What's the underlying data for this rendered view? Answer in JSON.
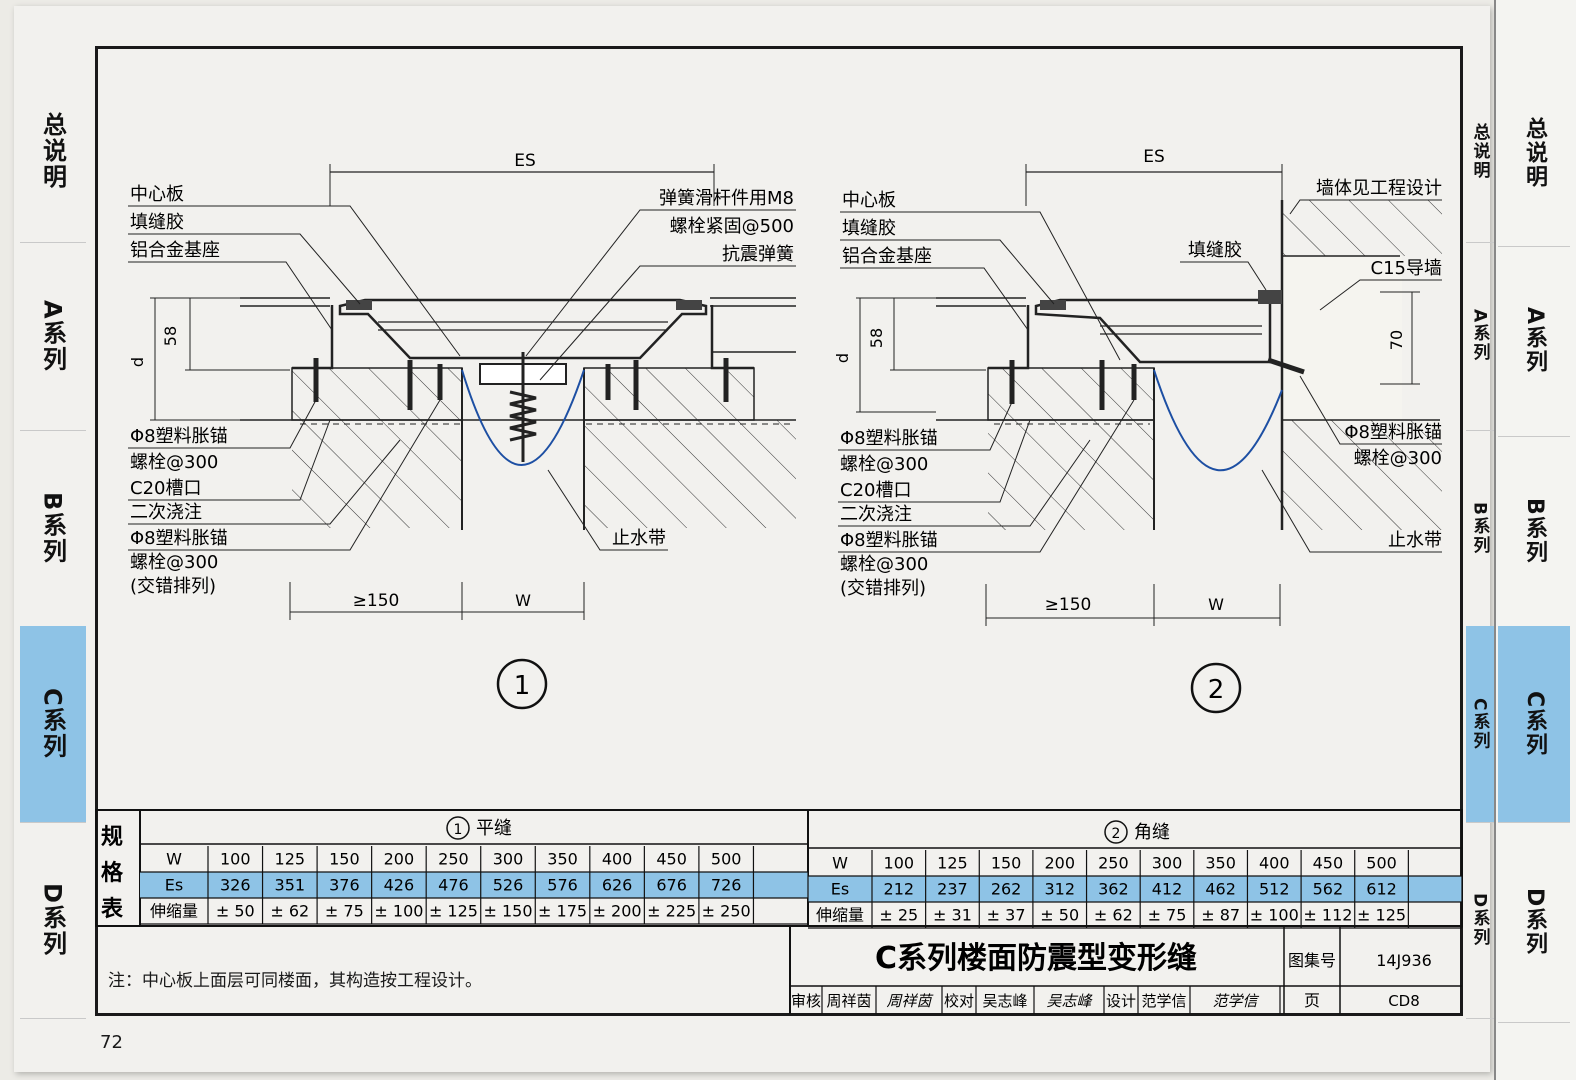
{
  "tabs": {
    "left": [
      "总说明",
      "A系列",
      "B系列",
      "C系列",
      "D系列"
    ],
    "right_small": [
      "总说明",
      "A系列",
      "B系列",
      "C系列",
      "D系列"
    ],
    "right_large": [
      "总说明",
      "A系列",
      "B系列",
      "C系列",
      "D系列"
    ],
    "active": "C系列"
  },
  "detail1": {
    "number": "1",
    "dim_es": "ES",
    "dim_58": "58",
    "dim_d": "d",
    "dim_150": "≥150",
    "dim_w": "W",
    "labels_left": [
      "中心板",
      "填缝胶",
      "铝合金基座"
    ],
    "labels_right": [
      "弹簧滑杆件用M8",
      "螺栓紧固@500",
      "抗震弹簧"
    ],
    "labels_bottom": [
      "Φ8塑料胀锚",
      "螺栓@300",
      "C20槽口",
      "二次浇注",
      "Φ8塑料胀锚",
      "螺栓@300",
      "(交错排列)"
    ],
    "label_waterstop": "止水带"
  },
  "detail2": {
    "number": "2",
    "dim_es": "ES",
    "dim_58": "58",
    "dim_d": "d",
    "dim_70": "70",
    "dim_150": "≥150",
    "dim_w": "W",
    "labels_left": [
      "中心板",
      "填缝胶",
      "铝合金基座"
    ],
    "labels_right": [
      "墙体见工程设计",
      "填缝胶",
      "C15导墙"
    ],
    "labels_bottom": [
      "Φ8塑料胀锚",
      "螺栓@300",
      "C20槽口",
      "二次浇注",
      "Φ8塑料胀锚",
      "螺栓@300",
      "(交错排列)"
    ],
    "labels_right_bottom": [
      "Φ8塑料胀锚",
      "螺栓@300"
    ],
    "label_waterstop": "止水带"
  },
  "spec_table": {
    "side_label": [
      "规",
      "格",
      "表"
    ],
    "t1": {
      "title_num": "1",
      "title": "平缝",
      "rows": [
        {
          "head": "W",
          "cells": [
            "100",
            "125",
            "150",
            "200",
            "250",
            "300",
            "350",
            "400",
            "450",
            "500"
          ]
        },
        {
          "head": "Es",
          "cells": [
            "326",
            "351",
            "376",
            "426",
            "476",
            "526",
            "576",
            "626",
            "676",
            "726"
          ]
        },
        {
          "head": "伸缩量",
          "cells": [
            "± 50",
            "± 62",
            "± 75",
            "± 100",
            "± 125",
            "± 150",
            "± 175",
            "± 200",
            "± 225",
            "± 250"
          ]
        }
      ]
    },
    "t2": {
      "title_num": "2",
      "title": "角缝",
      "rows": [
        {
          "head": "W",
          "cells": [
            "100",
            "125",
            "150",
            "200",
            "250",
            "300",
            "350",
            "400",
            "450",
            "500"
          ]
        },
        {
          "head": "Es",
          "cells": [
            "212",
            "237",
            "262",
            "312",
            "362",
            "412",
            "462",
            "512",
            "562",
            "612"
          ]
        },
        {
          "head": "伸缩量",
          "cells": [
            "± 25",
            "± 31",
            "± 37",
            "± 50",
            "± 62",
            "± 75",
            "± 87",
            "± 100",
            "± 112",
            "± 125"
          ]
        }
      ]
    }
  },
  "title_block": {
    "note": "注：中心板上面层可同楼面，其构造按工程设计。",
    "title": "C系列楼面防震型变形缝",
    "atlas_label": "图集号",
    "atlas_no": "14J936",
    "row": [
      "审核",
      "周祥茵",
      "周祥茵",
      "校对",
      "吴志峰",
      "吴志峰",
      "设计",
      "范学信",
      "范学信"
    ],
    "page_label": "页",
    "page_no": "CD8"
  },
  "page_number": "72",
  "colors": {
    "tab_blue": "#8ec3e6",
    "row_blue": "#8ec3e6",
    "waterstop": "#1d4fa3"
  }
}
